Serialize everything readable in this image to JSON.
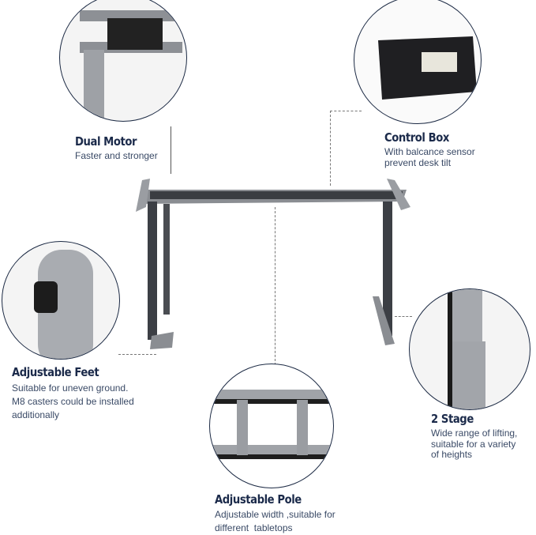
{
  "features": [
    {
      "title": "Dual Motor",
      "desc": [
        "Faster and stronger"
      ]
    },
    {
      "title": "Control Box",
      "desc": [
        "With balcance sensor",
        "prevent desk tilt"
      ]
    },
    {
      "title": "Adjustable Feet",
      "desc": [
        "Suitable for uneven ground.",
        "M8 casters could be installed",
        "additionally"
      ]
    },
    {
      "title": "2 Stage",
      "desc": [
        "Wide range of lifting,",
        "suitable for a variety",
        "of heights"
      ]
    },
    {
      "title": "Adjustable Pole",
      "desc": [
        "Adjustable width ,suitable for",
        "different  tabletops"
      ]
    }
  ]
}
